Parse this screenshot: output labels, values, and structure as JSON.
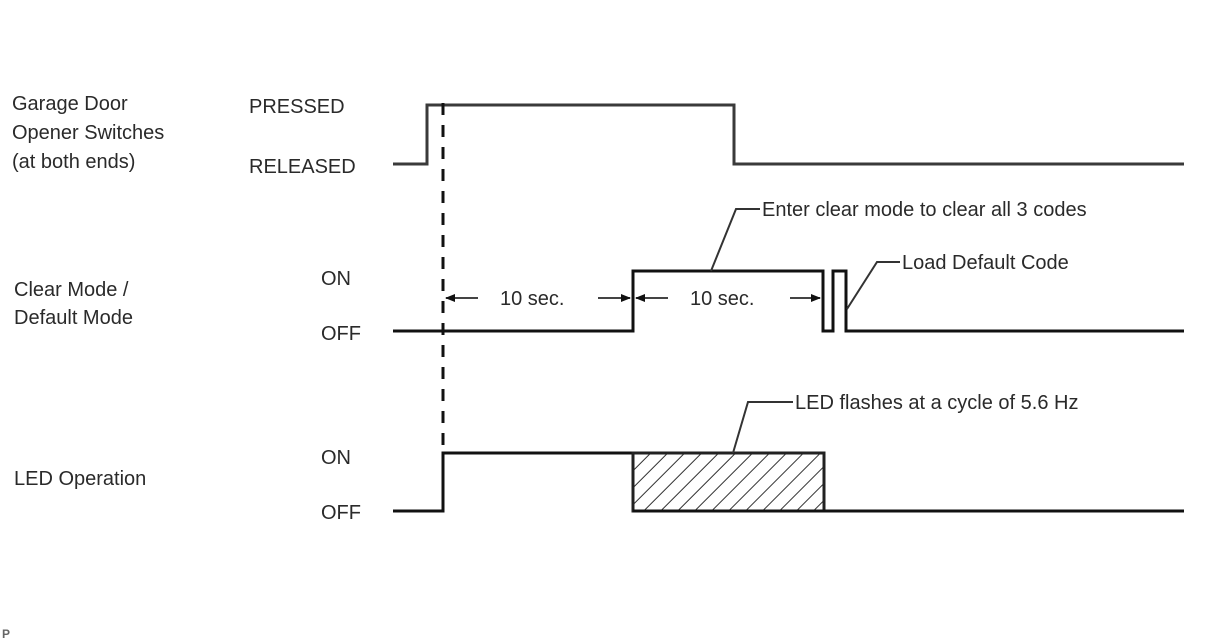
{
  "signals": [
    {
      "id": "garage-door-switch",
      "label_lines": [
        "Garage Door",
        "Opener Switches",
        "(at both ends)"
      ],
      "high_label": "PRESSED",
      "low_label": "RELEASED"
    },
    {
      "id": "clear-default-mode",
      "label_lines": [
        "Clear Mode /",
        "Default Mode"
      ],
      "high_label": "ON",
      "low_label": "OFF"
    },
    {
      "id": "led-operation",
      "label_lines": [
        "LED Operation"
      ],
      "high_label": "ON",
      "low_label": "OFF"
    }
  ],
  "intervals": [
    {
      "label": "10 sec."
    },
    {
      "label": "10 sec."
    }
  ],
  "annotations": {
    "clear_mode": "Enter clear mode to clear all 3 codes",
    "load_default": "Load Default Code",
    "led_flash": "LED flashes at a cycle of 5.6 Hz"
  },
  "footer_mark": "P"
}
